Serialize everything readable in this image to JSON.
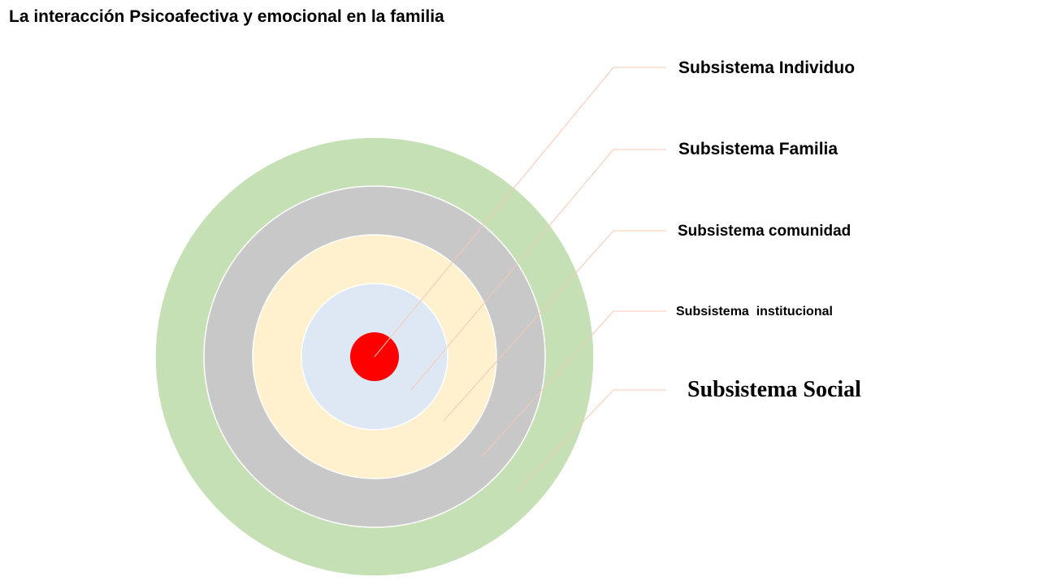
{
  "slide": {
    "title": "La interacción Psicoafectiva y emocional en la familia"
  },
  "diagram": {
    "levels": [
      {
        "id": "individuo",
        "label": "Subsistema Individuo",
        "color": "#ff0000"
      },
      {
        "id": "familia",
        "label": "Subsistema Familia",
        "color": "#dee8f5"
      },
      {
        "id": "comunidad",
        "label": "Subsistema comunidad",
        "color": "#fff1cd"
      },
      {
        "id": "institucional",
        "label": "Subsistema  institucional",
        "color": "#c8c8c8"
      },
      {
        "id": "social",
        "label": "Subsistema Social",
        "color": "#c5e0b4"
      }
    ],
    "leader_line_color": "#f4c8b4"
  }
}
